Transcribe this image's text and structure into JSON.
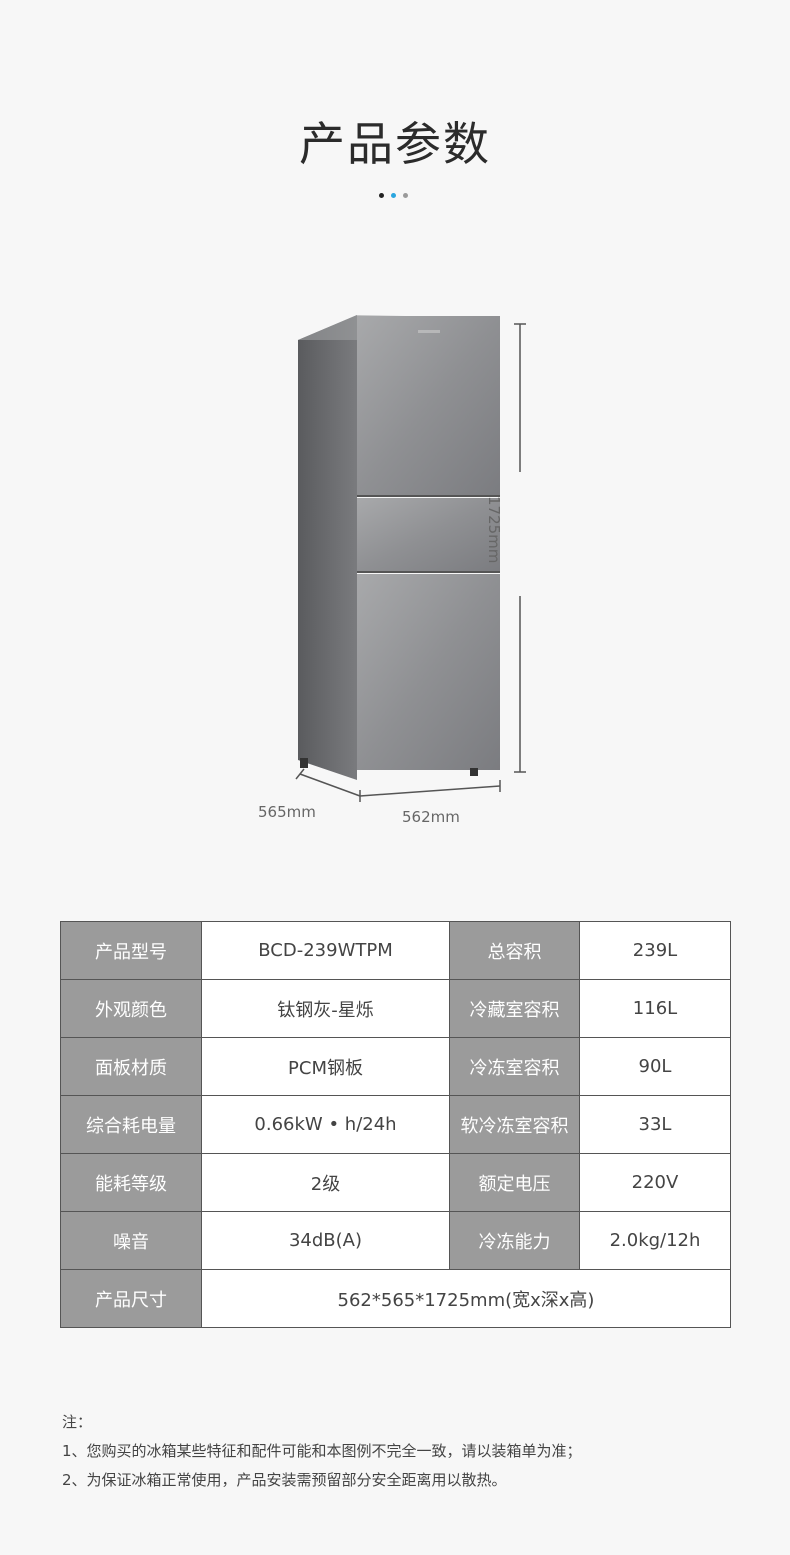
{
  "title": "产品参数",
  "accent_color": "#2aa6df",
  "dimensions": {
    "height": "1725mm",
    "depth": "565mm",
    "width": "562mm"
  },
  "specs": {
    "rows": [
      {
        "k1": "产品型号",
        "v1": "BCD-239WTPM",
        "k2": "总容积",
        "v2": "239L"
      },
      {
        "k1": "外观颜色",
        "v1": "钛钢灰-星烁",
        "k2": "冷藏室容积",
        "v2": "116L"
      },
      {
        "k1": "面板材质",
        "v1": "PCM钢板",
        "k2": "冷冻室容积",
        "v2": "90L"
      },
      {
        "k1": "综合耗电量",
        "v1": "0.66kW • h/24h",
        "k2": "软冷冻室容积",
        "v2": "33L"
      },
      {
        "k1": "能耗等级",
        "v1": "2级",
        "k2": "额定电压",
        "v2": "220V"
      },
      {
        "k1": "噪音",
        "v1": "34dB(A)",
        "k2": "冷冻能力",
        "v2": "2.0kg/12h"
      }
    ],
    "size_label": "产品尺寸",
    "size_value": "562*565*1725mm(宽x深x高)"
  },
  "notes": {
    "heading": "注：",
    "items": [
      "1、您购买的冰箱某些特征和配件可能和本图例不完全一致，请以装箱单为准；",
      "2、为保证冰箱正常使用，产品安装需预留部分安全距离用以散热。"
    ]
  }
}
